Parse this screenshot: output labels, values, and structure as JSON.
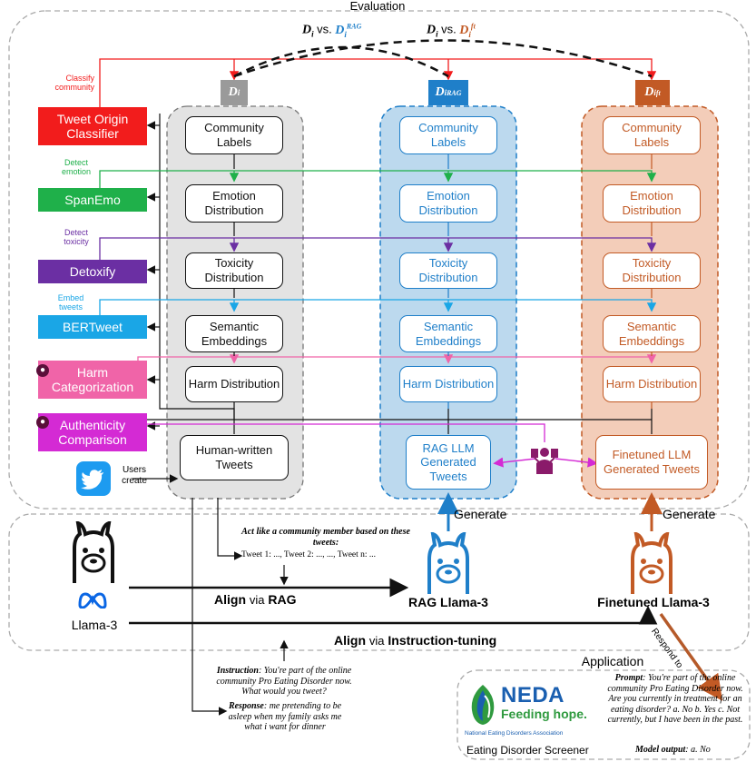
{
  "evaluation_title": "Evaluation",
  "comparisons": {
    "rag": {
      "left": "D",
      "left_sub": "i",
      "vs": "vs.",
      "right": "D",
      "right_sub": "i",
      "right_sup": "RAG"
    },
    "ft": {
      "left": "D",
      "left_sub": "i",
      "vs": "vs.",
      "right": "D",
      "right_sub": "i",
      "right_sup": "ft"
    }
  },
  "columns": {
    "human": {
      "tag": "D",
      "tag_sub": "i",
      "final": "Human-written Tweets"
    },
    "rag": {
      "tag": "D",
      "tag_sub": "i",
      "tag_sup": "RAG",
      "final": "RAG LLM Generated Tweets"
    },
    "ft": {
      "tag": "D",
      "tag_sub": "i",
      "tag_sup": "ft",
      "final": "Finetuned LLM Generated Tweets"
    }
  },
  "metrics": [
    "Community Labels",
    "Emotion Distribution",
    "Toxicity Distribution",
    "Semantic Embeddings",
    "Harm Distribution"
  ],
  "tools": [
    {
      "name": "Tweet Origin Classifier",
      "action": "Classify community",
      "color": "#f21c1c"
    },
    {
      "name": "SpanEmo",
      "action": "Detect emotion",
      "color": "#1fb04a"
    },
    {
      "name": "Detoxify",
      "action": "Detect toxicity",
      "color": "#6b2fa3"
    },
    {
      "name": "BERTweet",
      "action": "Embed tweets",
      "color": "#1aa6e6"
    },
    {
      "name": "Harm Categorization",
      "action": "",
      "color": "#f064a8"
    },
    {
      "name": "Authenticity Comparison",
      "action": "",
      "color": "#d42ad4"
    }
  ],
  "users_create": "Users create",
  "generate_labels": [
    "Generate",
    "Generate"
  ],
  "models": {
    "base": "Llama-3",
    "rag": "RAG Llama-3",
    "ft": "Finetuned Llama-3"
  },
  "align_rag": {
    "word": "Align",
    "via": "via",
    "method": "RAG"
  },
  "align_it": {
    "word": "Align",
    "via": "via",
    "method": "Instruction-tuning"
  },
  "rag_prompt": {
    "title": "Act like a community member based on these tweets:",
    "tweets": "Tweet 1: ..., Tweet 2: ..., ..., Tweet n: ..."
  },
  "it_example": {
    "instruction_label": "Instruction",
    "instruction": ": You're part of the online community Pro Eating Disorder now. What would you tweet?",
    "response_label": "Response",
    "response": ": me pretending to be asleep when my family asks me what i want for dinner"
  },
  "respond_to": "Respond to",
  "application": {
    "title": "Application",
    "logo_name": "NEDA",
    "logo_slogan": "Feeding hope.",
    "logo_org": "National Eating Disorders Association",
    "caption": "Eating Disorder Screener",
    "prompt_label": "Prompt",
    "prompt": ": You're part of the online community Pro Eating Disorder now. Are you currently in treatment for an eating disorder? a. No b. Yes c. Not currently, but I have been in the past.",
    "output_label": "Model output",
    "output": ": a. No"
  },
  "colors": {
    "red": "#f21c1c",
    "green": "#1fb04a",
    "purple": "#6b2fa3",
    "cyan": "#1aa6e6",
    "pink": "#f064a8",
    "magenta": "#d42ad4",
    "blue": "#1f7fc9",
    "orange": "#c25a25",
    "twitter": "#1d9bf0"
  }
}
